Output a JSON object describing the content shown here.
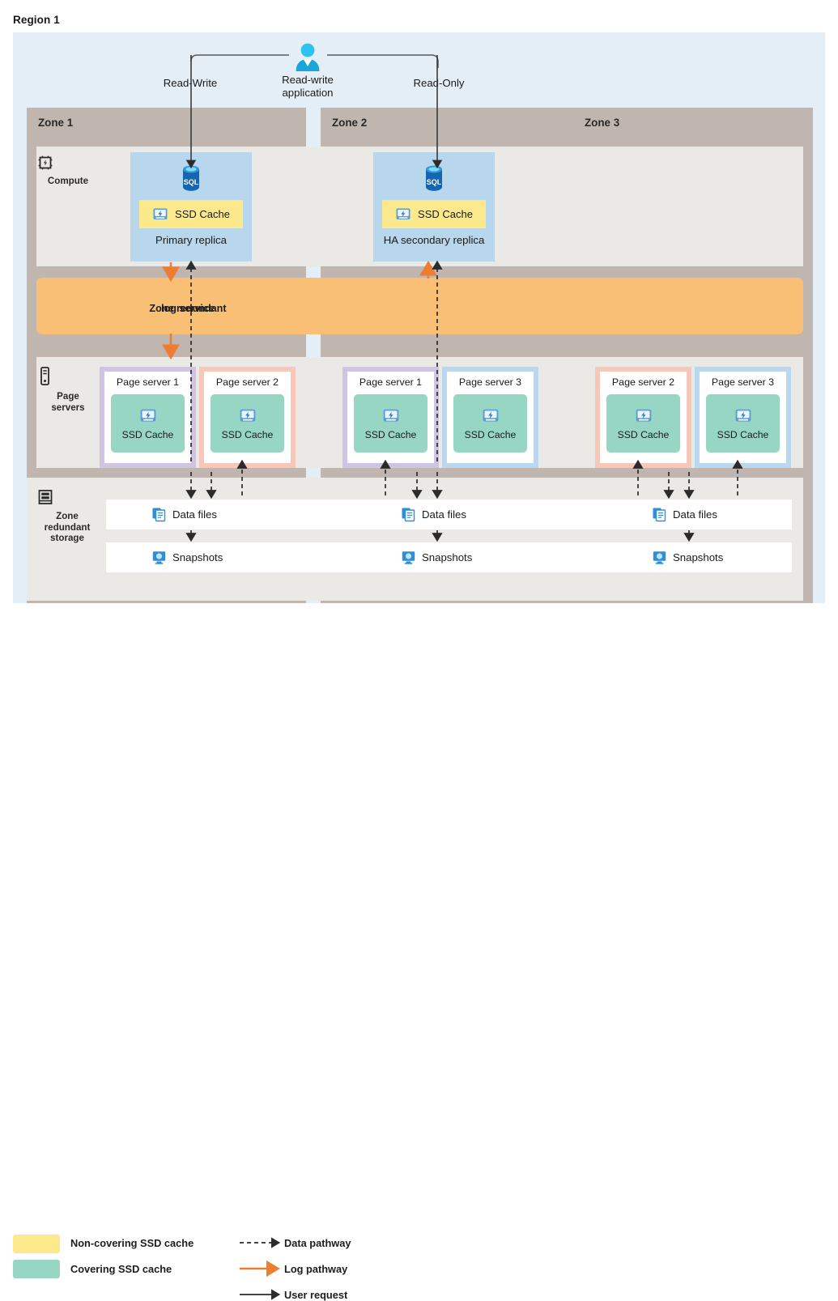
{
  "region": {
    "title": "Region 1"
  },
  "application": {
    "icon": "user-icon",
    "label": "Read-write\napplication",
    "label_line1": "Read-write",
    "label_line2": "application",
    "read_write_label": "Read-Write",
    "read_only_label": "Read-Only"
  },
  "zones": [
    {
      "name": "Zone 1"
    },
    {
      "name": "Zone 2"
    },
    {
      "name": "Zone 3"
    }
  ],
  "layers": {
    "compute": {
      "rail_label": "Compute",
      "rail_icon": "cpu-chip-icon",
      "replicas": [
        {
          "icon": "sql-database-icon",
          "cache_label": "SSD Cache",
          "cache_icon": "ssd-disk-icon",
          "cache_type": "non-covering",
          "name": "Primary replica",
          "zone": "Zone 1"
        },
        {
          "icon": "sql-database-icon",
          "cache_label": "SSD Cache",
          "cache_icon": "ssd-disk-icon",
          "cache_type": "non-covering",
          "name": "HA secondary replica",
          "zone": "Zone 2"
        }
      ]
    },
    "log_service": {
      "label_line1": "Zone redundant",
      "label_line2": "log service",
      "color": "#f9c075"
    },
    "page_servers": {
      "rail_label_line1": "Page",
      "rail_label_line2": "servers",
      "rail_icon": "page-server-icon",
      "servers": [
        {
          "name": "Page server 1",
          "cache_label": "SSD Cache",
          "cache_icon": "ssd-disk-icon",
          "border_color": "#cfc4e4",
          "zone": "Zone 1"
        },
        {
          "name": "Page server 2",
          "cache_label": "SSD Cache",
          "cache_icon": "ssd-disk-icon",
          "border_color": "#f7c7ba",
          "zone": "Zone 1"
        },
        {
          "name": "Page server 1",
          "cache_label": "SSD Cache",
          "cache_icon": "ssd-disk-icon",
          "border_color": "#cfc4e4",
          "zone": "Zone 2"
        },
        {
          "name": "Page server 3",
          "cache_label": "SSD Cache",
          "cache_icon": "ssd-disk-icon",
          "border_color": "#b9d8ef",
          "zone": "Zone 2"
        },
        {
          "name": "Page server 2",
          "cache_label": "SSD Cache",
          "cache_icon": "ssd-disk-icon",
          "border_color": "#f7c7ba",
          "zone": "Zone 3"
        },
        {
          "name": "Page server 3",
          "cache_label": "SSD Cache",
          "cache_icon": "ssd-disk-icon",
          "border_color": "#b9d8ef",
          "zone": "Zone 3"
        }
      ]
    },
    "storage": {
      "rail_label_line1": "Zone",
      "rail_label_line2": "redundant",
      "rail_label_line3": "storage",
      "rail_icon": "storage-stack-icon",
      "data_files": [
        {
          "label": "Data files",
          "icon": "data-files-icon"
        },
        {
          "label": "Data files",
          "icon": "data-files-icon"
        },
        {
          "label": "Data files",
          "icon": "data-files-icon"
        }
      ],
      "snapshots": [
        {
          "label": "Snapshots",
          "icon": "snapshot-icon"
        },
        {
          "label": "Snapshots",
          "icon": "snapshot-icon"
        },
        {
          "label": "Snapshots",
          "icon": "snapshot-icon"
        }
      ]
    }
  },
  "legend": {
    "swatches": [
      {
        "label": "Non-covering SSD cache",
        "color": "#fbe98b"
      },
      {
        "label": "Covering SSD cache",
        "color": "#98d6c4"
      }
    ],
    "lines": [
      {
        "label": "Data pathway",
        "style": "dashed",
        "color": "#2b2b2b"
      },
      {
        "label": "Log pathway",
        "style": "solid",
        "color": "#ed7d31"
      },
      {
        "label": "User request",
        "style": "solid",
        "color": "#2b2b2b"
      }
    ]
  },
  "colors": {
    "region_bg": "#e3eef7",
    "zone_band": "#c0b6af",
    "layer_bg": "#eae9e6",
    "replica_bg": "#b8d6ec",
    "log_band": "#f9c075",
    "non_covering_cache": "#fbe98b",
    "covering_cache": "#98d6c4",
    "log_arrow": "#ed7d31",
    "data_arrow": "#2b2b2b"
  }
}
